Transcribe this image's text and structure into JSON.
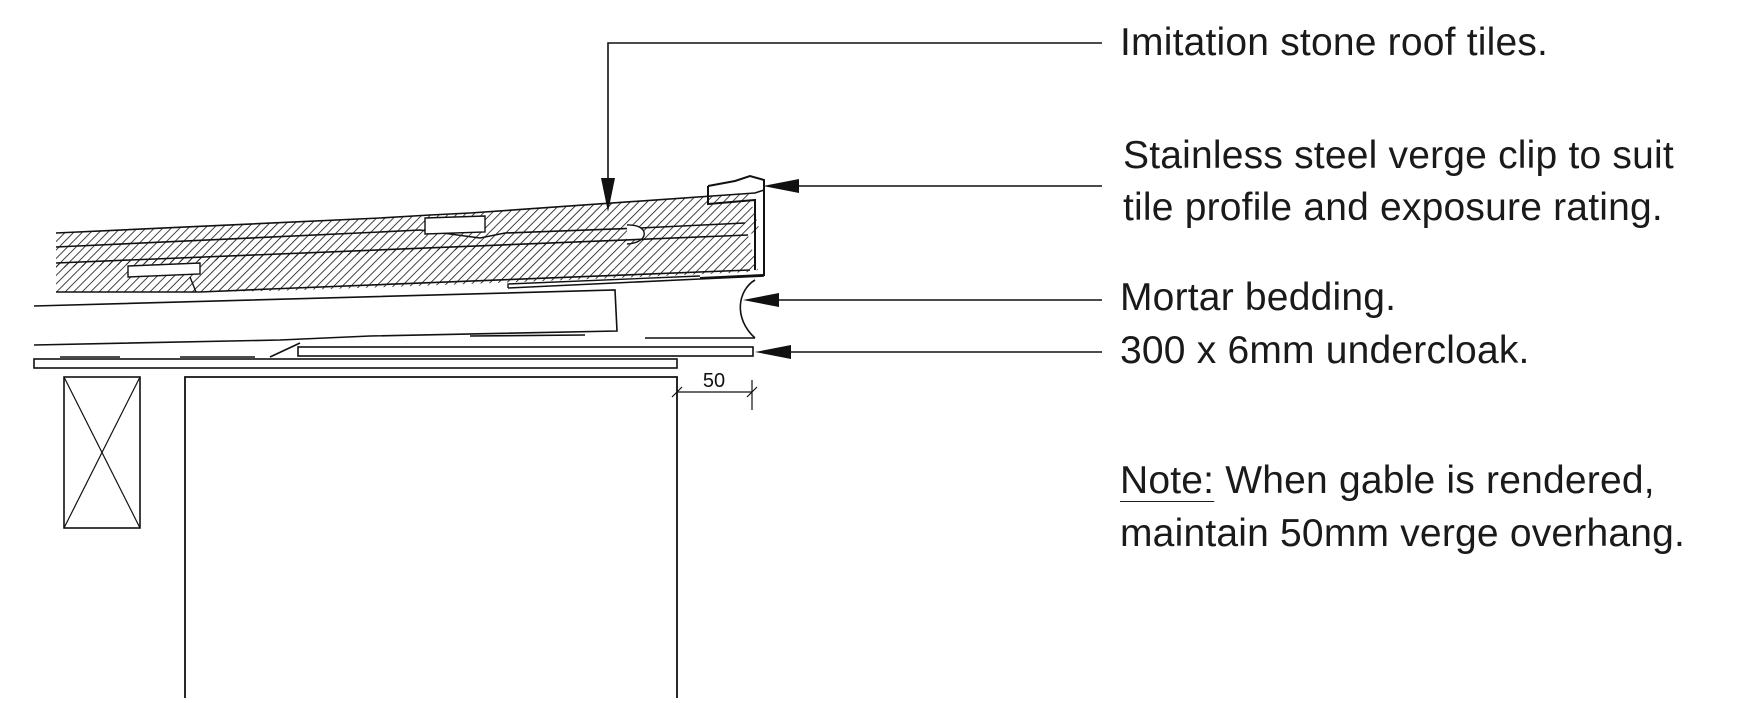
{
  "callouts": {
    "roof_tiles": "Imitation stone roof tiles.",
    "verge_clip_line1": "Stainless steel verge clip to suit",
    "verge_clip_line2": "tile profile and exposure rating.",
    "mortar": "Mortar bedding.",
    "undercloak": "300 x 6mm undercloak."
  },
  "note": {
    "label": "Note:",
    "line1_rest": " When gable is rendered,",
    "line2": "maintain 50mm verge overhang."
  },
  "dimension": {
    "value": "50"
  }
}
